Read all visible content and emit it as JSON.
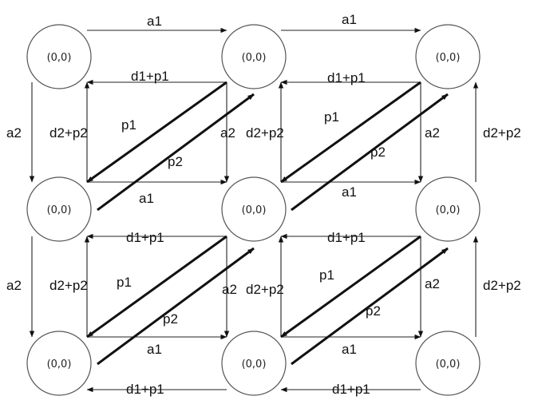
{
  "nodes": {
    "r0c0": "(0,0)",
    "r0c1": "(0,0)",
    "r0c2": "(0,0)",
    "r1c0": "(0,0)",
    "r1c1": "(0,0)",
    "r1c2": "(0,0)",
    "r2c0": "(0,0)",
    "r2c1": "(0,0)",
    "r2c2": "(0,0)"
  },
  "edges": {
    "a1_r0_left": "a1",
    "a1_r0_right": "a1",
    "d1p1_r0_left": "d1+p1",
    "d1p1_r0_right": "d1+p1",
    "a1_r1_left": "a1",
    "a1_r1_right": "a1",
    "d1p1_r1_left": "d1+p1",
    "d1p1_r1_right": "d1+p1",
    "a1_r2_left": "a1",
    "a1_r2_right": "a1",
    "d1p1_r2_left": "d1+p1",
    "d1p1_r2_right": "d1+p1",
    "a2_c0_top": "a2",
    "a2_c0_bot": "a2",
    "d2p2_c0_top": "d2+p2",
    "d2p2_c0_bot": "d2+p2",
    "a2_c1_top": "a2",
    "a2_c1_bot": "a2",
    "d2p2_c1_top": "d2+p2",
    "d2p2_c1_bot": "d2+p2",
    "a2_c2_top": "a2",
    "a2_c2_bot": "a2",
    "d2p2_c2_top": "d2+p2",
    "d2p2_c2_bot": "d2+p2",
    "p1_tl": "p1",
    "p2_tl": "p2",
    "p1_tr": "p1",
    "p2_tr": "p2",
    "p1_bl": "p1",
    "p2_bl": "p2",
    "p1_br": "p1",
    "p2_br": "p2"
  }
}
